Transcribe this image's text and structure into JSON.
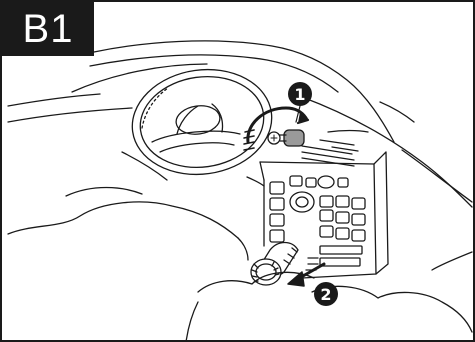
{
  "step_label": "B1",
  "callouts": [
    "1",
    "2"
  ],
  "icons": {
    "step_badge": "step-badge",
    "callout_1": "numbered-circle-icon",
    "callout_2": "numbered-circle-icon",
    "rotate_arrow": "curved-arrow-icon",
    "pull_arrow": "arrow-icon",
    "key": "key-icon",
    "knob": "knob-icon"
  },
  "colors": {
    "ink": "#1a1a1a",
    "key_fill": "#9a9a9a",
    "background": "#ffffff"
  }
}
